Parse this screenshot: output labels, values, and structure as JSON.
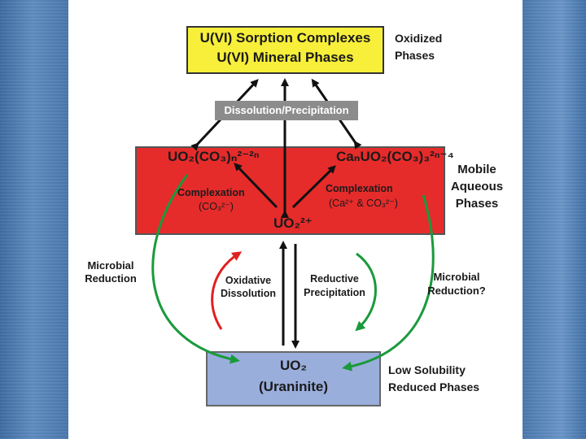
{
  "diagram": {
    "oxidized": {
      "box_line1": "U(VI) Sorption Complexes",
      "box_line2": "U(VI) Mineral Phases",
      "side_line1": "Oxidized",
      "side_line2": "Phases"
    },
    "dissolution_precipitation_label": "Dissolution/Precipitation",
    "mobile": {
      "left_formula": "UO₂(CO₃)ₙ²⁻²ⁿ",
      "right_formula": "CaₙUO₂(CO₃)₃²ⁿ⁻⁴",
      "center_species": "UO₂²⁺",
      "left_complexation": "Complexation",
      "left_complexation_sub": "(CO₃²⁻)",
      "right_complexation": "Complexation",
      "right_complexation_sub": "(Ca²⁺ & CO₃²⁻)",
      "side_line1": "Mobile",
      "side_line2": "Aqueous",
      "side_line3": "Phases"
    },
    "processes": {
      "microbial_reduction_line1": "Microbial",
      "microbial_reduction_line2": "Reduction",
      "oxidative_line1": "Oxidative",
      "oxidative_line2": "Dissolution",
      "reductive_line1": "Reductive",
      "reductive_line2": "Precipitation",
      "microbial_reduction_q_line1": "Microbial",
      "microbial_reduction_q_line2": "Reduction?"
    },
    "reduced": {
      "box_line1": "UO₂",
      "box_line2": "(Uraninite)",
      "side_line1": "Low Solubility",
      "side_line2": "Reduced Phases"
    },
    "colors": {
      "oxidized_box": "#f7ef3a",
      "mobile_box": "#e62b2b",
      "reduced_box": "#9aaedc",
      "green_arrow": "#1a9a3c",
      "red_arrow": "#e02020",
      "black_arrow": "#111111"
    }
  }
}
